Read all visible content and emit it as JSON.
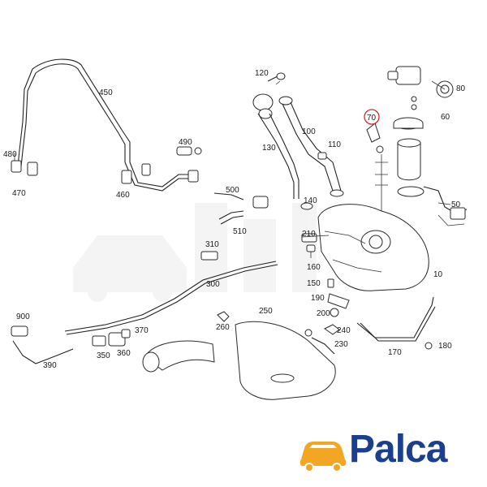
{
  "parts": [
    {
      "id": "450",
      "label": "450"
    },
    {
      "id": "480",
      "label": "480"
    },
    {
      "id": "470",
      "label": "470"
    },
    {
      "id": "460",
      "label": "460"
    },
    {
      "id": "490",
      "label": "490"
    },
    {
      "id": "120",
      "label": "120"
    },
    {
      "id": "130",
      "label": "130"
    },
    {
      "id": "100",
      "label": "100"
    },
    {
      "id": "110",
      "label": "110"
    },
    {
      "id": "70",
      "label": "70"
    },
    {
      "id": "80",
      "label": "80"
    },
    {
      "id": "60",
      "label": "60"
    },
    {
      "id": "50",
      "label": "50"
    },
    {
      "id": "500",
      "label": "500"
    },
    {
      "id": "510",
      "label": "510"
    },
    {
      "id": "140",
      "label": "140"
    },
    {
      "id": "210",
      "label": "210"
    },
    {
      "id": "310",
      "label": "310"
    },
    {
      "id": "300",
      "label": "300"
    },
    {
      "id": "160",
      "label": "160"
    },
    {
      "id": "150",
      "label": "150"
    },
    {
      "id": "190",
      "label": "190"
    },
    {
      "id": "10",
      "label": "10"
    },
    {
      "id": "200",
      "label": "200"
    },
    {
      "id": "240",
      "label": "240"
    },
    {
      "id": "230",
      "label": "230"
    },
    {
      "id": "170",
      "label": "170"
    },
    {
      "id": "180",
      "label": "180"
    },
    {
      "id": "250",
      "label": "250"
    },
    {
      "id": "260",
      "label": "260"
    },
    {
      "id": "370",
      "label": "370"
    },
    {
      "id": "350",
      "label": "350"
    },
    {
      "id": "360",
      "label": "360"
    },
    {
      "id": "900",
      "label": "900"
    },
    {
      "id": "390",
      "label": "390"
    }
  ],
  "highlighted_part": "70",
  "highlight_color": "#d9262a",
  "logo": {
    "text": "Palca",
    "color": "#1b3f8f",
    "accent": "#f2a623"
  }
}
